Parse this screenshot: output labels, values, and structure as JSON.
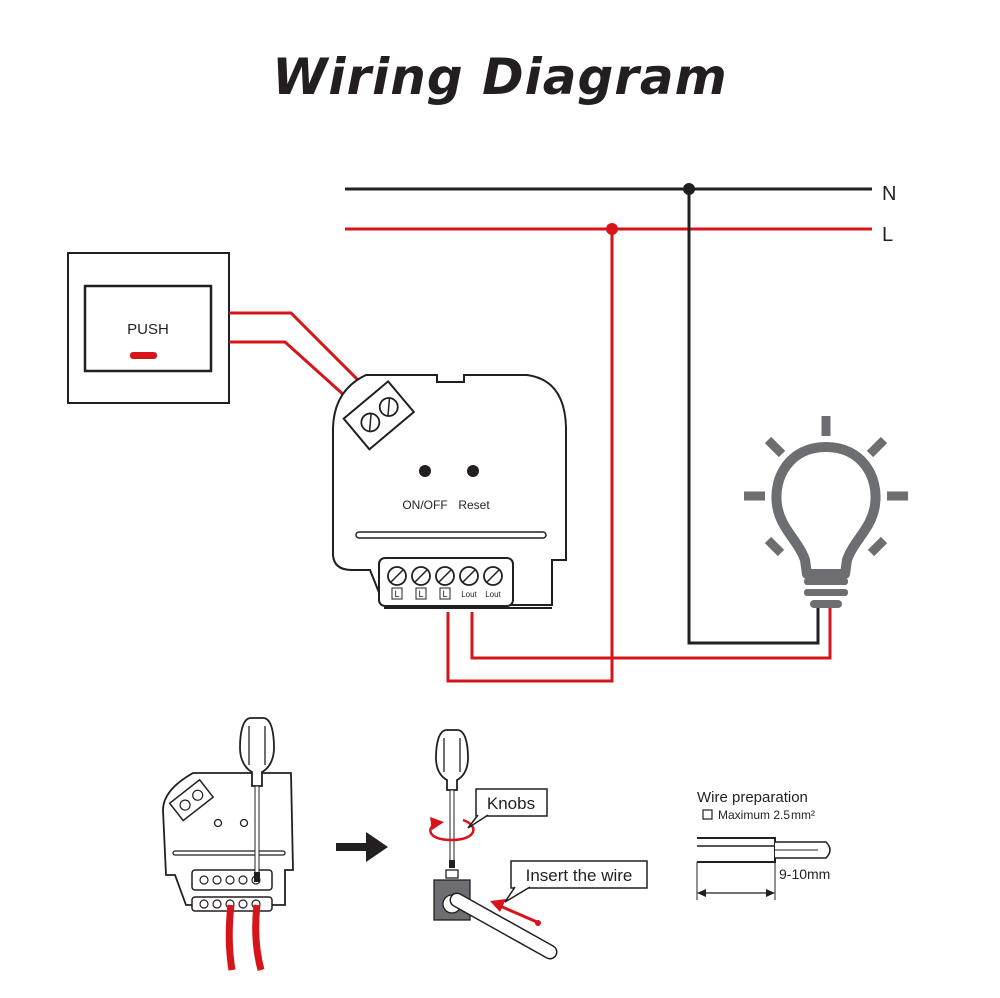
{
  "title": "Wiring Diagram",
  "colors": {
    "live": "#d7141a",
    "neutral": "#231f20",
    "bulb": "#6d6e71"
  },
  "lines": {
    "neutral": "N",
    "live": "L"
  },
  "switch": {
    "label": "PUSH"
  },
  "module": {
    "button_labels": [
      "ON/OFF",
      "Reset"
    ],
    "terminals": [
      "L",
      "L",
      "L",
      "Lout",
      "Lout"
    ]
  },
  "install": {
    "knobs_label": "Knobs",
    "insert_label": "Insert the wire"
  },
  "wire_prep": {
    "title": "Wire preparation",
    "max_label": "Maximum 2.5",
    "max_unit": "mm²",
    "strip_length": "9-10mm"
  }
}
